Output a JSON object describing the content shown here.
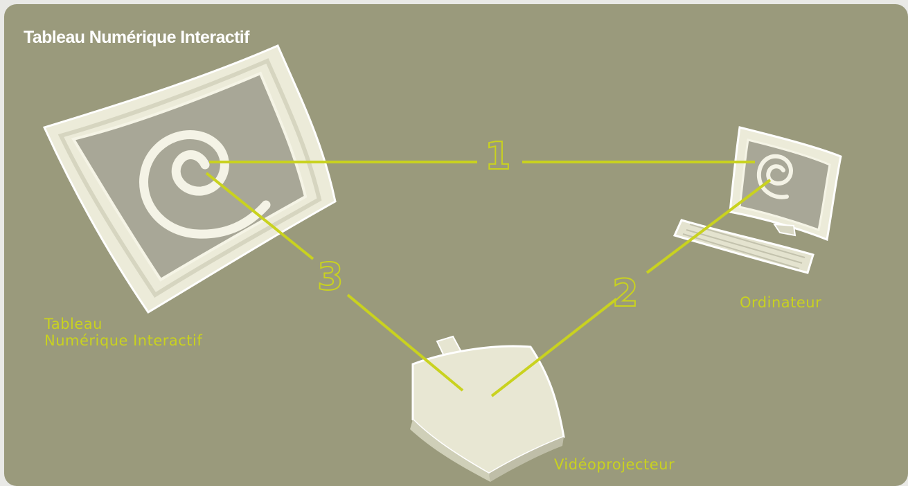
{
  "title": "Tableau Numérique Interactif",
  "devices": {
    "board_label": "Tableau\nNumérique Interactif",
    "computer_label": "Ordinateur",
    "projector_label": "Vidéoprojecteur"
  },
  "connections": [
    {
      "number": "1"
    },
    {
      "number": "2"
    },
    {
      "number": "3"
    }
  ],
  "colors": {
    "background": "#9a9a7c",
    "accent": "#c9d21f",
    "device_fill": "#e6e6d2",
    "screen_fill": "#a9a89a",
    "title": "#ffffff"
  },
  "icons": [
    "interactive-board-icon",
    "computer-icon",
    "projector-icon",
    "spiral-icon"
  ]
}
